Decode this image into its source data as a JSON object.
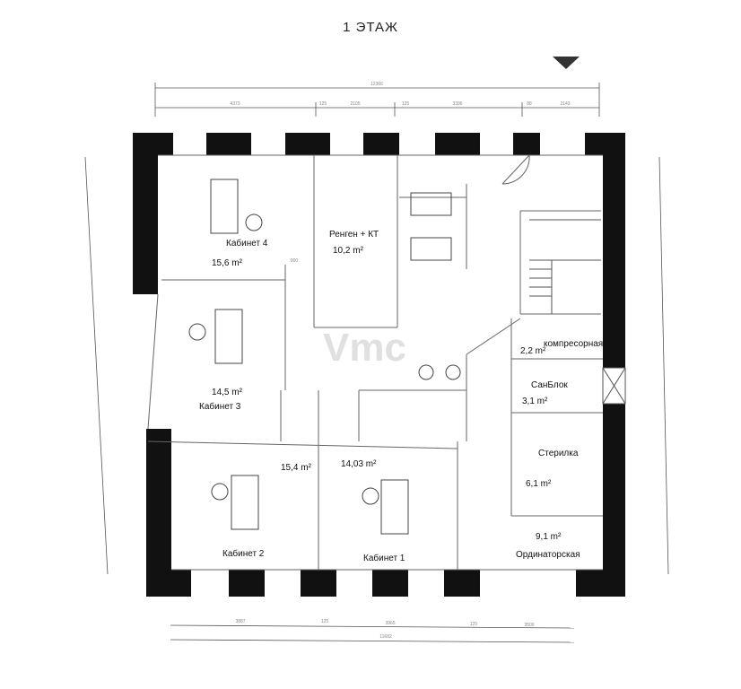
{
  "title": "1 ЭТАЖ",
  "watermark": "Vmc",
  "rooms": [
    {
      "name": "Кабинет 4",
      "area": "15,6 m²"
    },
    {
      "name": "Ренген + КТ",
      "area": "10,2 m²"
    },
    {
      "name": "Кабинет 3",
      "area": "14,5 m²"
    },
    {
      "name": "Кабинет 2",
      "area": "15,4 m²"
    },
    {
      "name": "Кабинет 1",
      "area": "14,03 m²"
    },
    {
      "name": "компресорная",
      "area": "2,2 m²"
    },
    {
      "name": "СанБлок",
      "area": "3,1 m²"
    },
    {
      "name": "Стерилка",
      "area": "6,1 m²"
    },
    {
      "name": "Ординаторская",
      "area": "9,1 m²"
    }
  ],
  "dimensions": {
    "top_total": "12366",
    "top": [
      "4373",
      "125",
      "2105",
      "125",
      "3396",
      "88",
      "2143"
    ],
    "bottom": [
      "3887",
      "125",
      "3965",
      "125",
      "3500"
    ],
    "bottom_total": "11682",
    "door_width": "900"
  }
}
